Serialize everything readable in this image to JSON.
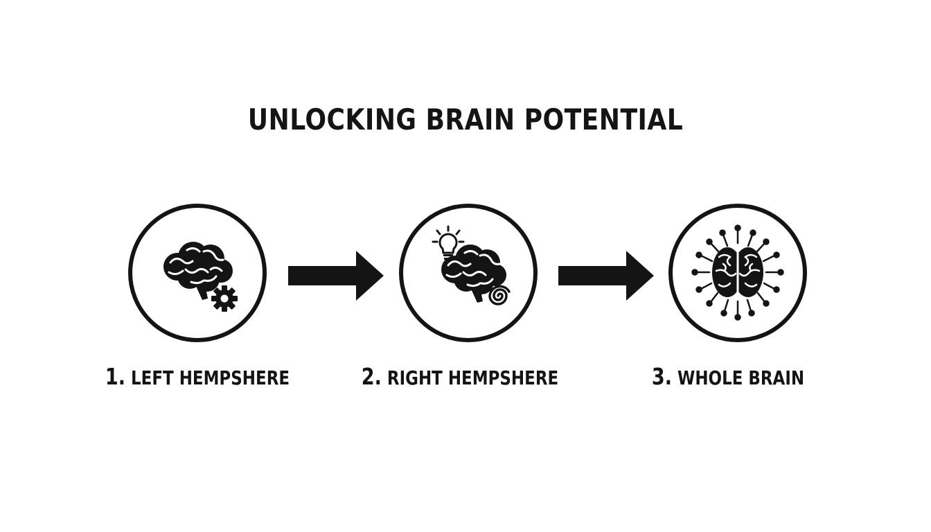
{
  "title": "UNLOCKING BRAIN POTENTIAL",
  "steps": [
    {
      "number": "1.",
      "label": "LEFT HEMPSHERE",
      "icon": "brain-with-gear-icon"
    },
    {
      "number": "2.",
      "label": "RIGHT HEMPSHERE",
      "icon": "brain-with-lightbulb-and-spiral-icon"
    },
    {
      "number": "3.",
      "label": "WHOLE BRAIN",
      "icon": "brain-with-radiating-connections-icon"
    }
  ],
  "colors": {
    "ink": "#141414",
    "background": "#ffffff"
  }
}
